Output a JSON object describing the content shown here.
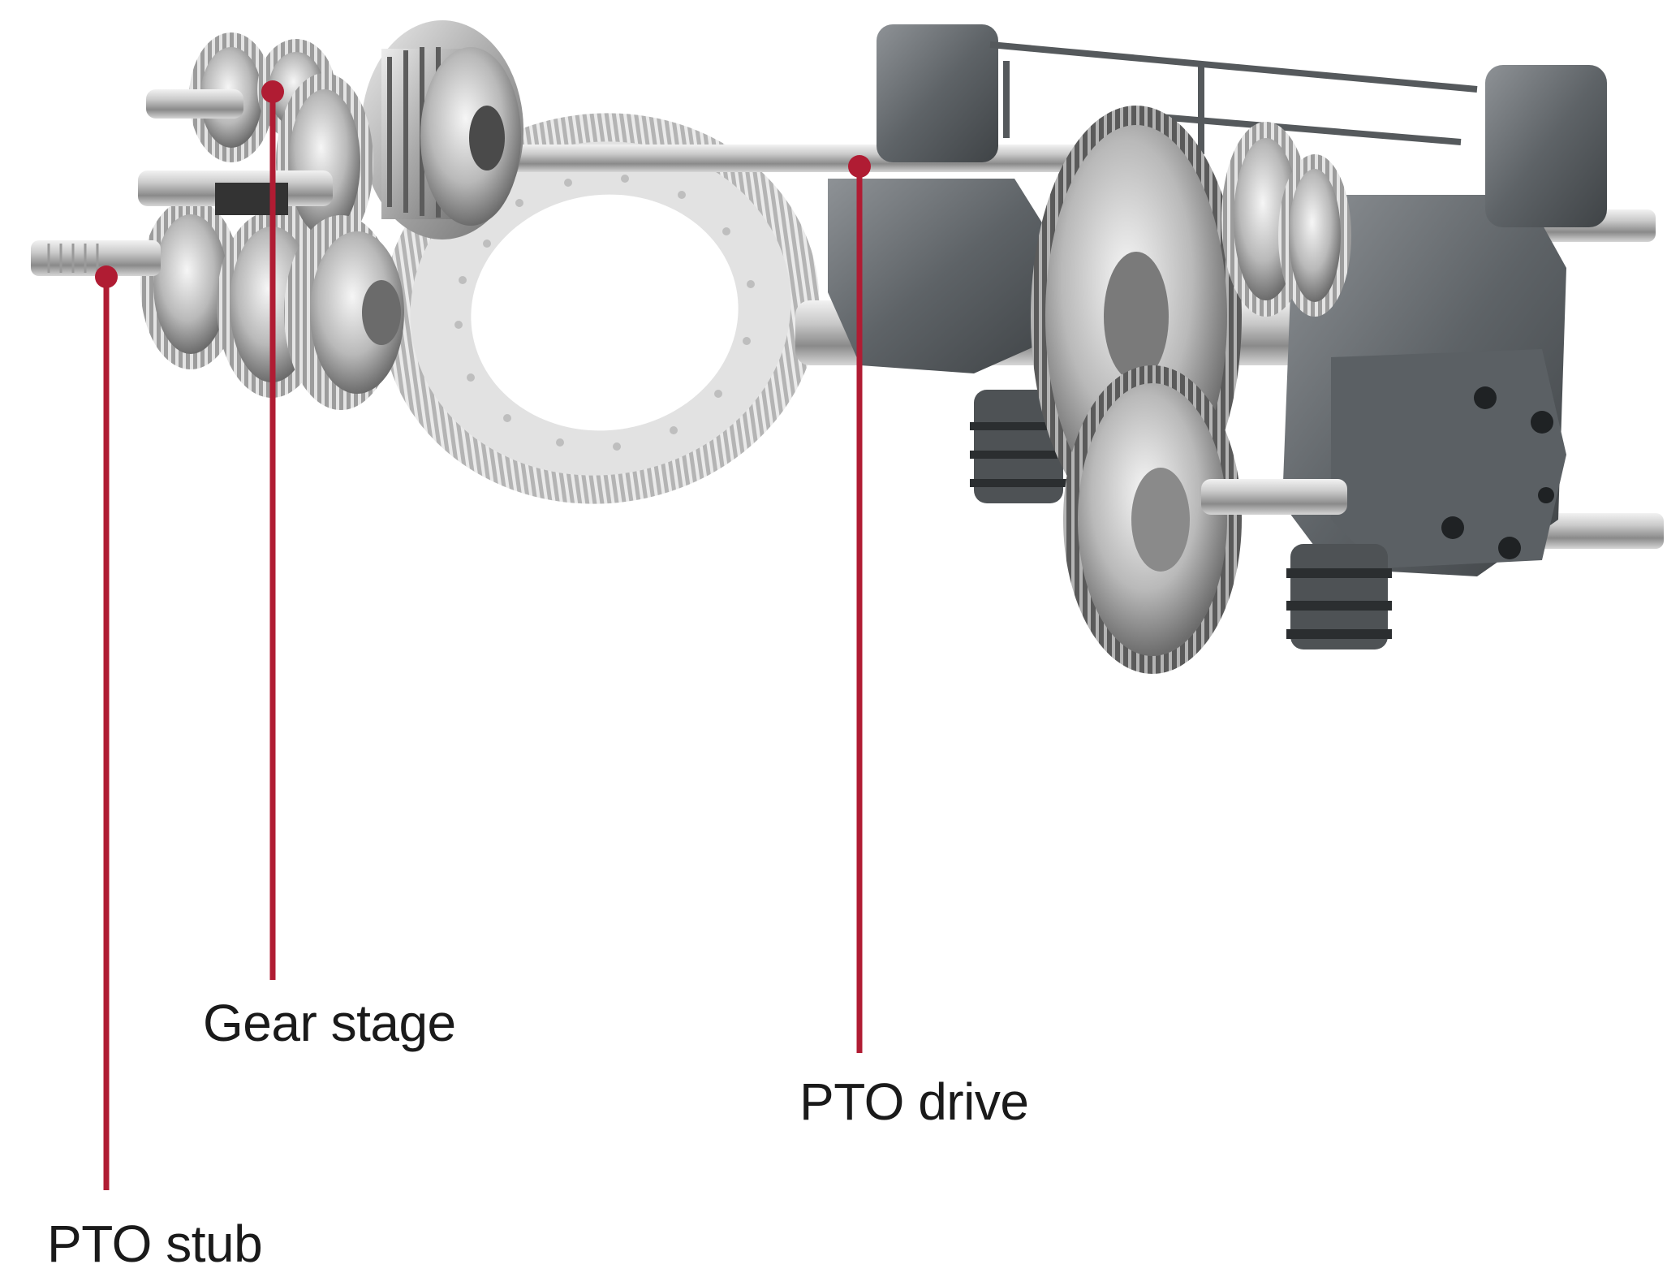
{
  "accent_color": "#b01c33",
  "illustration": {
    "subject": "transmission-assembly",
    "icon": "gearbox-illustration"
  },
  "callouts": [
    {
      "id": "gear-stage",
      "label": "Gear stage"
    },
    {
      "id": "pto-drive",
      "label": "PTO drive"
    },
    {
      "id": "pto-stub",
      "label": "PTO stub"
    }
  ]
}
